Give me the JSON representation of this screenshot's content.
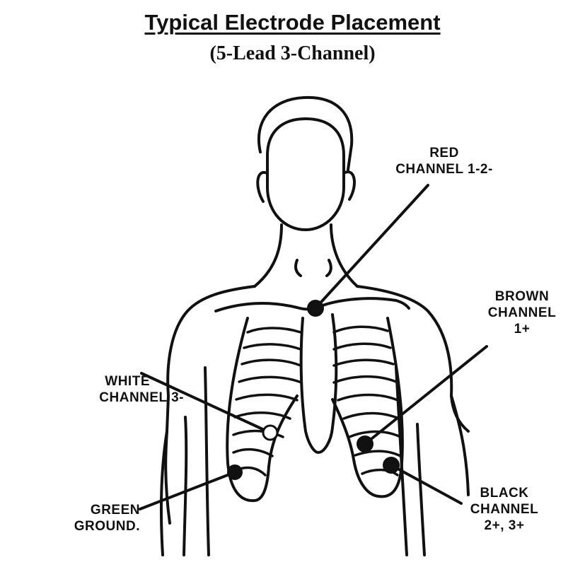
{
  "title": "Typical Electrode Placement",
  "subtitle": "(5-Lead 3-Channel)",
  "labels": {
    "red": {
      "line1": "RED",
      "line2": "CHANNEL 1-2-"
    },
    "brown": {
      "line1": "BROWN",
      "line2": "CHANNEL",
      "line3": "1+"
    },
    "white": {
      "line1": "WHITE",
      "line2": "CHANNEL 3-"
    },
    "green": {
      "line1": "GREEN",
      "line2": "GROUND."
    },
    "black": {
      "line1": "BLACK",
      "line2": "CHANNEL",
      "line3": "2+, 3+"
    }
  },
  "colors": {
    "ink": "#111111",
    "paper": "#ffffff"
  }
}
